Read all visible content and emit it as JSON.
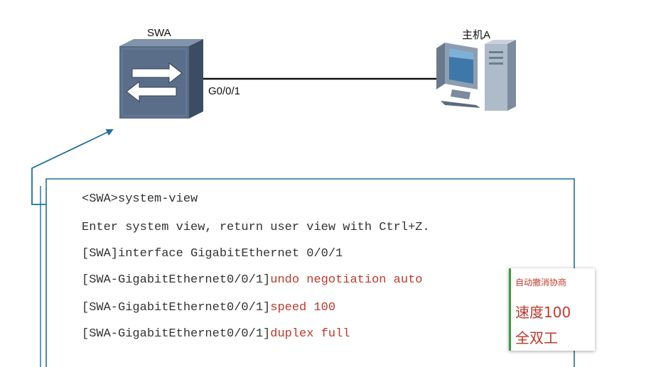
{
  "diagram": {
    "switch_label": "SWA",
    "host_label": "主机A",
    "port_label": "G0/0/1",
    "switch_icon": "switch-icon",
    "host_icon": "desktop-computer-icon"
  },
  "terminal": {
    "lines": [
      {
        "prefix": "<SWA>system-view",
        "cmd": ""
      },
      {
        "prefix": "Enter system view, return user view with Ctrl+Z.",
        "cmd": ""
      },
      {
        "prefix": "[SWA]interface GigabitEthernet 0/0/1",
        "cmd": ""
      },
      {
        "prefix": "[SWA-GigabitEthernet0/0/1]",
        "cmd": "undo negotiation auto"
      },
      {
        "prefix": "[SWA-GigabitEthernet0/0/1]",
        "cmd": "speed 100"
      },
      {
        "prefix": "[SWA-GigabitEthernet0/0/1]",
        "cmd": "duplex full"
      }
    ]
  },
  "note": {
    "line1": "自动撤消协商",
    "line2": "速度100",
    "line3": "全双工"
  },
  "colors": {
    "border_blue": "#1f6f9a",
    "command_red": "#c0392b",
    "note_accent": "#3a9d3a"
  }
}
